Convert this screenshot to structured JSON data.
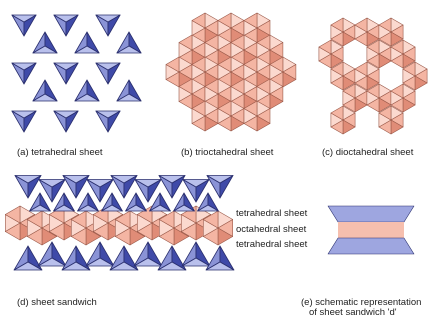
{
  "captions": {
    "a": "(a) tetrahedral sheet",
    "b": "(b) trioctahedral sheet",
    "c": "(c) dioctahedral sheet",
    "d": "(d) sheet sandwich",
    "e_line1": "(e) schematic representation",
    "e_line2": "of sheet sandwich 'd'"
  },
  "layer_labels": {
    "top": "tetrahedral sheet",
    "middle": "octahedral sheet",
    "bottom": "tetrahedral sheet"
  },
  "colors": {
    "tetra_fill": "#8a93d6",
    "tetra_light": "#b9c0ec",
    "tetra_dark": "#3f4aa8",
    "tetra_stroke": "#2a2f6e",
    "octa_fill": "#f4b5a3",
    "octa_light": "#fbd9cf",
    "octa_dark": "#e08c77",
    "octa_stroke": "#9b5a4a",
    "band_blue": "#9ea6e0",
    "band_pink": "#f6bfae"
  }
}
